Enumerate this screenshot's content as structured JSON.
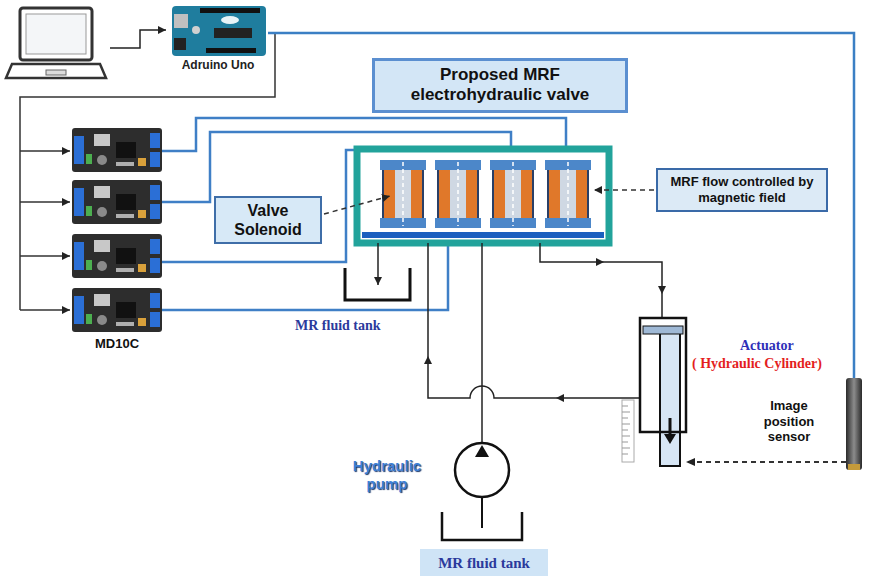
{
  "diagram": {
    "nodes": [
      {
        "text": [
          "Adruino Uno"
        ]
      },
      {
        "text": [
          "MD10C"
        ]
      },
      {
        "text": [
          "Proposed MRF electrohydraulic valve"
        ]
      },
      {
        "text": [
          "Valve Solenoid"
        ]
      },
      {
        "text": [
          "MRF flow controlled by magnetic field"
        ]
      },
      {
        "text": [
          "MR fluid tank"
        ]
      },
      {
        "text": [
          "Actuator",
          "( Hydraulic Cylinder)"
        ]
      },
      {
        "text": [
          "Image position sensor"
        ]
      },
      {
        "text": [
          "Hydraulic pump"
        ]
      },
      {
        "text": [
          "MR fluid tank"
        ]
      }
    ],
    "edges": [
      {
        "from": 0,
        "to": 7,
        "arrow": "none"
      },
      {
        "from": 7,
        "to": 6,
        "arrow": "to"
      }
    ]
  }
}
